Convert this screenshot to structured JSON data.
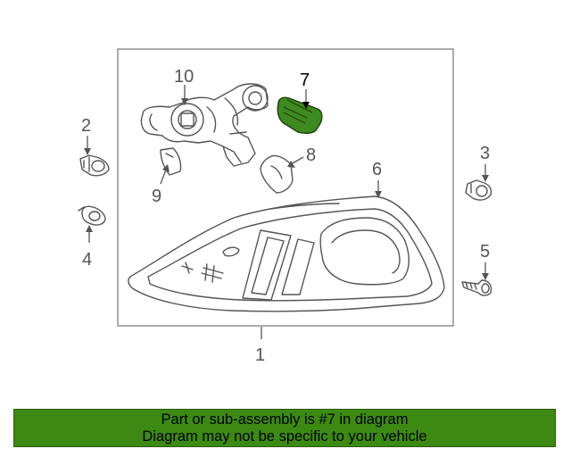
{
  "diagram": {
    "callouts": {
      "c1": "1",
      "c2": "2",
      "c3": "3",
      "c4": "4",
      "c5": "5",
      "c6": "6",
      "c7": "7",
      "c8": "8",
      "c9": "9",
      "c10": "10"
    },
    "highlighted_part": "7"
  },
  "banner": {
    "line1": "Part or sub-assembly is #7 in diagram",
    "line2": "Diagram may not be specific to your vehicle"
  },
  "colors": {
    "highlight_fill": "#3d8a1f",
    "banner_bg": "#3c8a12",
    "line": "#555555",
    "box_border": "#888888"
  }
}
